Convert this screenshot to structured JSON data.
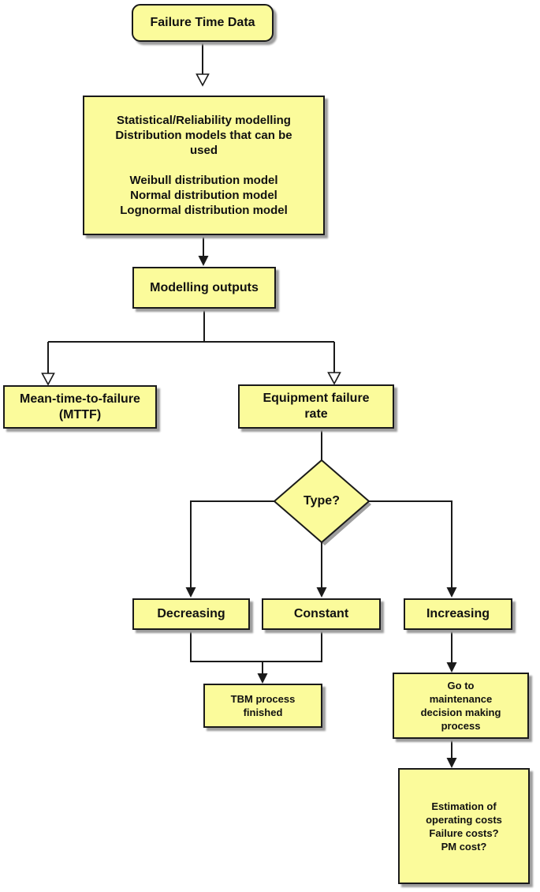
{
  "colors": {
    "node_fill": "#FBFB9B",
    "node_border": "#1A1A1A",
    "shadow": "#9E9E9E",
    "connector": "#1A1A1A",
    "background": "#FFFFFF",
    "text": "#111111"
  },
  "nodes": {
    "failure_time_data": {
      "shape": "rounded-rect",
      "label": "Failure Time Data"
    },
    "statistical_modelling": {
      "shape": "rect",
      "label": "Statistical/Reliability modelling\nDistribution models that can be\nused\n\nWeibull distribution model\nNormal distribution model\nLognormal distribution model"
    },
    "modelling_outputs": {
      "shape": "rect",
      "label": "Modelling outputs"
    },
    "mttf": {
      "shape": "rect",
      "label": "Mean-time-to-failure\n(MTTF)"
    },
    "equipment_failure_rate": {
      "shape": "rect",
      "label": "Equipment failure\nrate"
    },
    "type_decision": {
      "shape": "diamond",
      "label": "Type?"
    },
    "decreasing": {
      "shape": "rect",
      "label": "Decreasing"
    },
    "constant": {
      "shape": "rect",
      "label": "Constant"
    },
    "increasing": {
      "shape": "rect",
      "label": "Increasing"
    },
    "tbm_finished": {
      "shape": "rect",
      "label": "TBM process\nfinished"
    },
    "maintenance_decision": {
      "shape": "rect",
      "label": "Go to\nmaintenance\ndecision making\nprocess"
    },
    "cost_estimation": {
      "shape": "rect",
      "label": "Estimation of\noperating costs\nFailure costs?\nPM cost?"
    }
  },
  "edges": [
    {
      "from": "failure_time_data",
      "to": "statistical_modelling",
      "arrowhead": "hollow"
    },
    {
      "from": "statistical_modelling",
      "to": "modelling_outputs",
      "arrowhead": "filled"
    },
    {
      "from": "modelling_outputs",
      "to": "mttf",
      "arrowhead": "hollow"
    },
    {
      "from": "modelling_outputs",
      "to": "equipment_failure_rate",
      "arrowhead": "hollow"
    },
    {
      "from": "equipment_failure_rate",
      "to": "type_decision",
      "arrowhead": "none"
    },
    {
      "from": "type_decision",
      "to": "decreasing",
      "arrowhead": "filled"
    },
    {
      "from": "type_decision",
      "to": "constant",
      "arrowhead": "filled"
    },
    {
      "from": "type_decision",
      "to": "increasing",
      "arrowhead": "filled"
    },
    {
      "from": "decreasing",
      "to": "tbm_finished",
      "arrowhead": "filled"
    },
    {
      "from": "constant",
      "to": "tbm_finished",
      "arrowhead": "filled"
    },
    {
      "from": "increasing",
      "to": "maintenance_decision",
      "arrowhead": "filled"
    },
    {
      "from": "maintenance_decision",
      "to": "cost_estimation",
      "arrowhead": "filled"
    }
  ]
}
